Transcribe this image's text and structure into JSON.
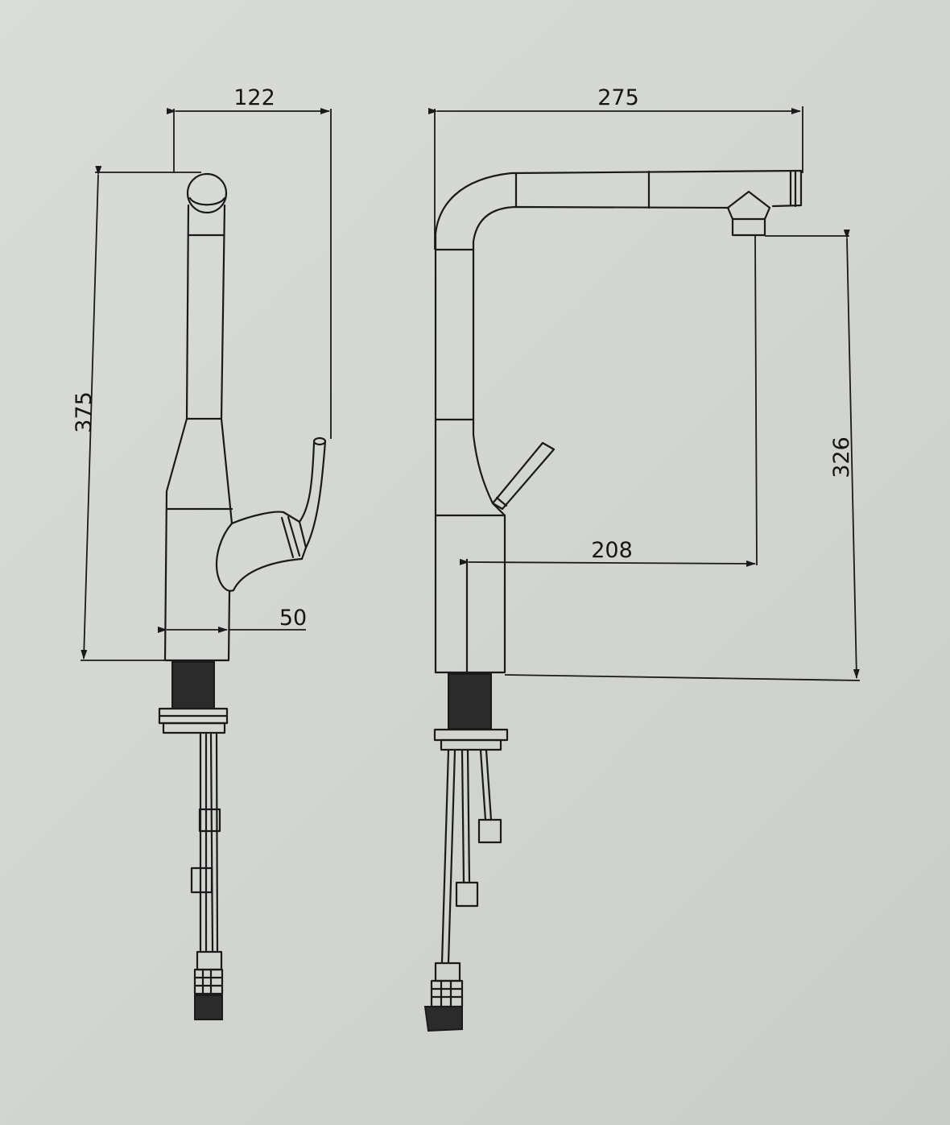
{
  "dimensions": {
    "side_width": "122",
    "side_height": "375",
    "side_base": "50",
    "front_width": "275",
    "front_height": "326",
    "front_reach": "208"
  }
}
